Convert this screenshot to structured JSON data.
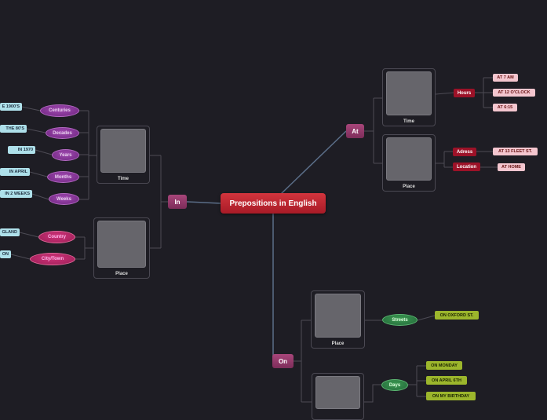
{
  "central": "Prepositions in English",
  "at": {
    "label": "At",
    "time": {
      "caption": "Time",
      "hours": {
        "label": "Hours",
        "items": [
          "AT 7 AM",
          "AT 12 O'CLOCK",
          "AT 6:15"
        ]
      }
    },
    "place": {
      "caption": "Place",
      "adress": {
        "label": "Adress",
        "item": "AT 13 FLEET ST."
      },
      "location": {
        "label": "Location",
        "item": "AT HOME"
      }
    }
  },
  "in": {
    "label": "In",
    "time": {
      "caption": "Time",
      "centuries": {
        "label": "Centuries",
        "item": "E 1900'S"
      },
      "decades": {
        "label": "Decades",
        "item": "THE 80'S"
      },
      "years": {
        "label": "Years",
        "item": "IN 1970"
      },
      "months": {
        "label": "Months",
        "item": "IN APRIL"
      },
      "weeks": {
        "label": "Weeks",
        "item": "IN 2 WEEKS"
      }
    },
    "place": {
      "caption": "Place",
      "country": {
        "label": "Country",
        "item": "GLAND"
      },
      "city": {
        "label": "City/Town",
        "item": "ON"
      }
    }
  },
  "on": {
    "label": "On",
    "place": {
      "caption": "Place",
      "streets": {
        "label": "Streets",
        "item": "ON OXFORD ST."
      }
    },
    "days": {
      "label": "Days",
      "items": [
        "ON MONDAY",
        "ON APRIL 6TH",
        "ON MY BIRTHDAY"
      ]
    }
  }
}
